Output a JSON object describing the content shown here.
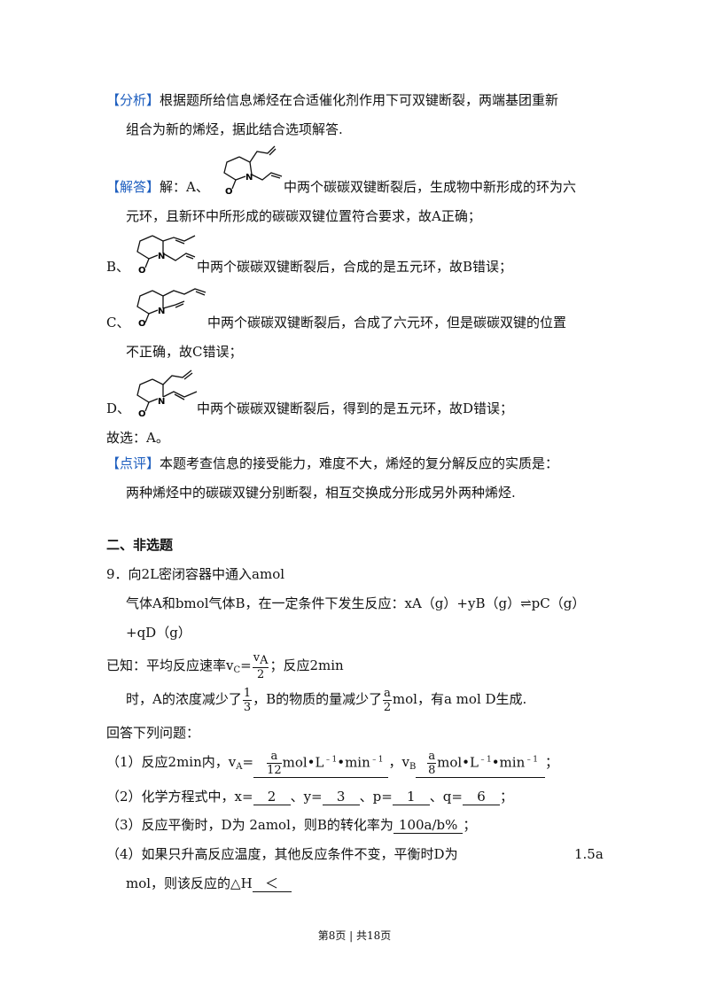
{
  "analysis": {
    "tag": "【分析】",
    "line1": "根据题所给信息烯烃在合适催化剂作用下可双键断裂，两端基团重新",
    "line2": "组合为新的烯烃，据此结合选项解答."
  },
  "solution": {
    "tag": "【解答】",
    "a_pre": "解：A、",
    "a_text1": "中两个碳碳双键断裂后，生成物中新形成的环为六",
    "a_text2": "元环，且新环中所形成的碳碳双键位置符合要求，故A正确；",
    "b_pre": "B、",
    "b_text": "中两个碳碳双键断裂后，合成的是五元环，故B错误；",
    "c_pre": "C、",
    "c_text1": "中两个碳碳双键断裂后，合成了六元环，但是碳碳双键的位置",
    "c_text2": "不正确，故C错误；",
    "d_pre": "D、",
    "d_text": "中两个碳碳双键断裂后，得到的是五元环，故D错误；",
    "choice": "故选：A。",
    "atom_n": "N",
    "atom_o": "O"
  },
  "comment": {
    "tag": "【点评】",
    "line1": "本题考查信息的接受能力，难度不大，烯烃的复分解反应的实质是：",
    "line2": "两种烯烃中的碳碳双键分别断裂，相互交换成分形成另外两种烯烃."
  },
  "section_title": "二、非选题",
  "q9": {
    "line1": "9．向2L密闭容器中通入amol",
    "line2": "气体A和bmol气体B，在一定条件下发生反应：xA（g）+yB（g）⇌pC（g）",
    "line3": "+qD（g）",
    "line4_pre": "已知：平均反应速率v",
    "line4_sub": "C",
    "line4_eq": "=",
    "line4_num": "v",
    "line4_num_sub": "A",
    "line4_den": "2",
    "line4_post": "；反应2min",
    "line5_pre": "时，A的浓度减少了",
    "line5_num": "1",
    "line5_den": "3",
    "line5_mid": "，B的物质的量减少了",
    "line5_num2": "a",
    "line5_den2": "2",
    "line5_post": "mol，有a mol D生成.",
    "ask": "回答下列问题：",
    "p1_pre": "（1）反应2min内，v",
    "p1_sub_a": "A",
    "p1_eq": "=",
    "p1_a_num": "a",
    "p1_a_den": "12",
    "p1_unit": "mol•L",
    "p1_unit_sup": "﹣1",
    "p1_unit2": "•min",
    "p1_unit2_sup": "﹣1",
    "p1_mid": "，v",
    "p1_sub_b": "B",
    "p1_b_num": "a",
    "p1_b_den": "8",
    "p1_end": "；",
    "p2_pre": "（2）化学方程式中，x=",
    "p2_x": "2",
    "p2_y_lbl": "、y=",
    "p2_y": "3",
    "p2_p_lbl": "、p=",
    "p2_p": "1",
    "p2_q_lbl": "、q=",
    "p2_q": "6",
    "p2_end": "；",
    "p3_pre": "（3）反应平衡时，D为 2amol，则B的转化率为",
    "p3_ans": "100a/b%",
    "p3_end": "；",
    "p4_pre": "（4）如果只升高反应温度，其他反应条件不变，平衡时D为",
    "p4_val": "1.5a",
    "p4_line2": "mol，则该反应的△H",
    "p4_ans": "＜"
  },
  "footer": "第8页 | 共18页"
}
